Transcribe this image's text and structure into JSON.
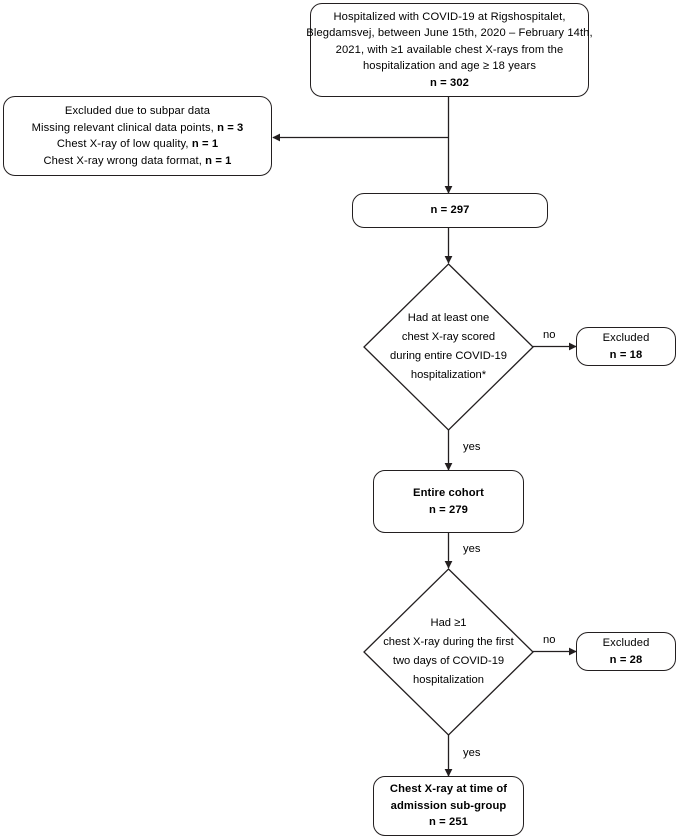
{
  "diagram": {
    "title": "COVID-19 chest X-ray cohort selection flowchart",
    "stroke_color": "#231f20",
    "background_color": "#ffffff"
  },
  "nodes": {
    "enrollment": {
      "name": "enrollment-box",
      "lines": [
        "Hospitalized with COVID-19 at Rigshospitalet,",
        "Blegdamsvej, between June 15th, 2020 – February 14th,",
        "2021, with ≥1 available chest X-rays from the",
        "hospitalization and age ≥ 18 years"
      ],
      "count": "n = 302"
    },
    "excluded_subpar": {
      "name": "excluded-subpar-box",
      "heading": "Excluded due to subpar data",
      "items": [
        {
          "label": "Missing relevant clinical data points,",
          "count": "n = 3"
        },
        {
          "label": "Chest X-ray of low quality,",
          "count": "n = 1"
        },
        {
          "label": "Chest X-ray wrong data format,",
          "count": "n = 1"
        }
      ]
    },
    "remaining": {
      "name": "remaining-box",
      "count": "n = 297"
    },
    "decision_one": {
      "name": "decision-scored-xray",
      "lines": [
        "Had at least one",
        "chest X-ray scored",
        "during entire COVID-19",
        "hospitalization*"
      ]
    },
    "excluded_one": {
      "name": "excluded-no-score-box",
      "label": "Excluded",
      "count": "n = 18"
    },
    "entire_cohort": {
      "name": "entire-cohort-box",
      "label": "Entire cohort",
      "count": "n = 279"
    },
    "decision_two": {
      "name": "decision-first-two-days",
      "lines": [
        "Had ≥1",
        "chest X-ray during the first",
        "two days of COVID-19",
        "hospitalization"
      ]
    },
    "excluded_two": {
      "name": "excluded-no-admission-xray-box",
      "label": "Excluded",
      "count": "n = 28"
    },
    "admission_subgroup": {
      "name": "admission-subgroup-box",
      "lines": [
        "Chest X-ray at time of",
        "admission sub-group"
      ],
      "count": "n = 251"
    }
  },
  "edge_labels": {
    "no_one": "no",
    "yes_one": "yes",
    "yes_two": "yes",
    "no_two": "no",
    "yes_three": "yes"
  }
}
